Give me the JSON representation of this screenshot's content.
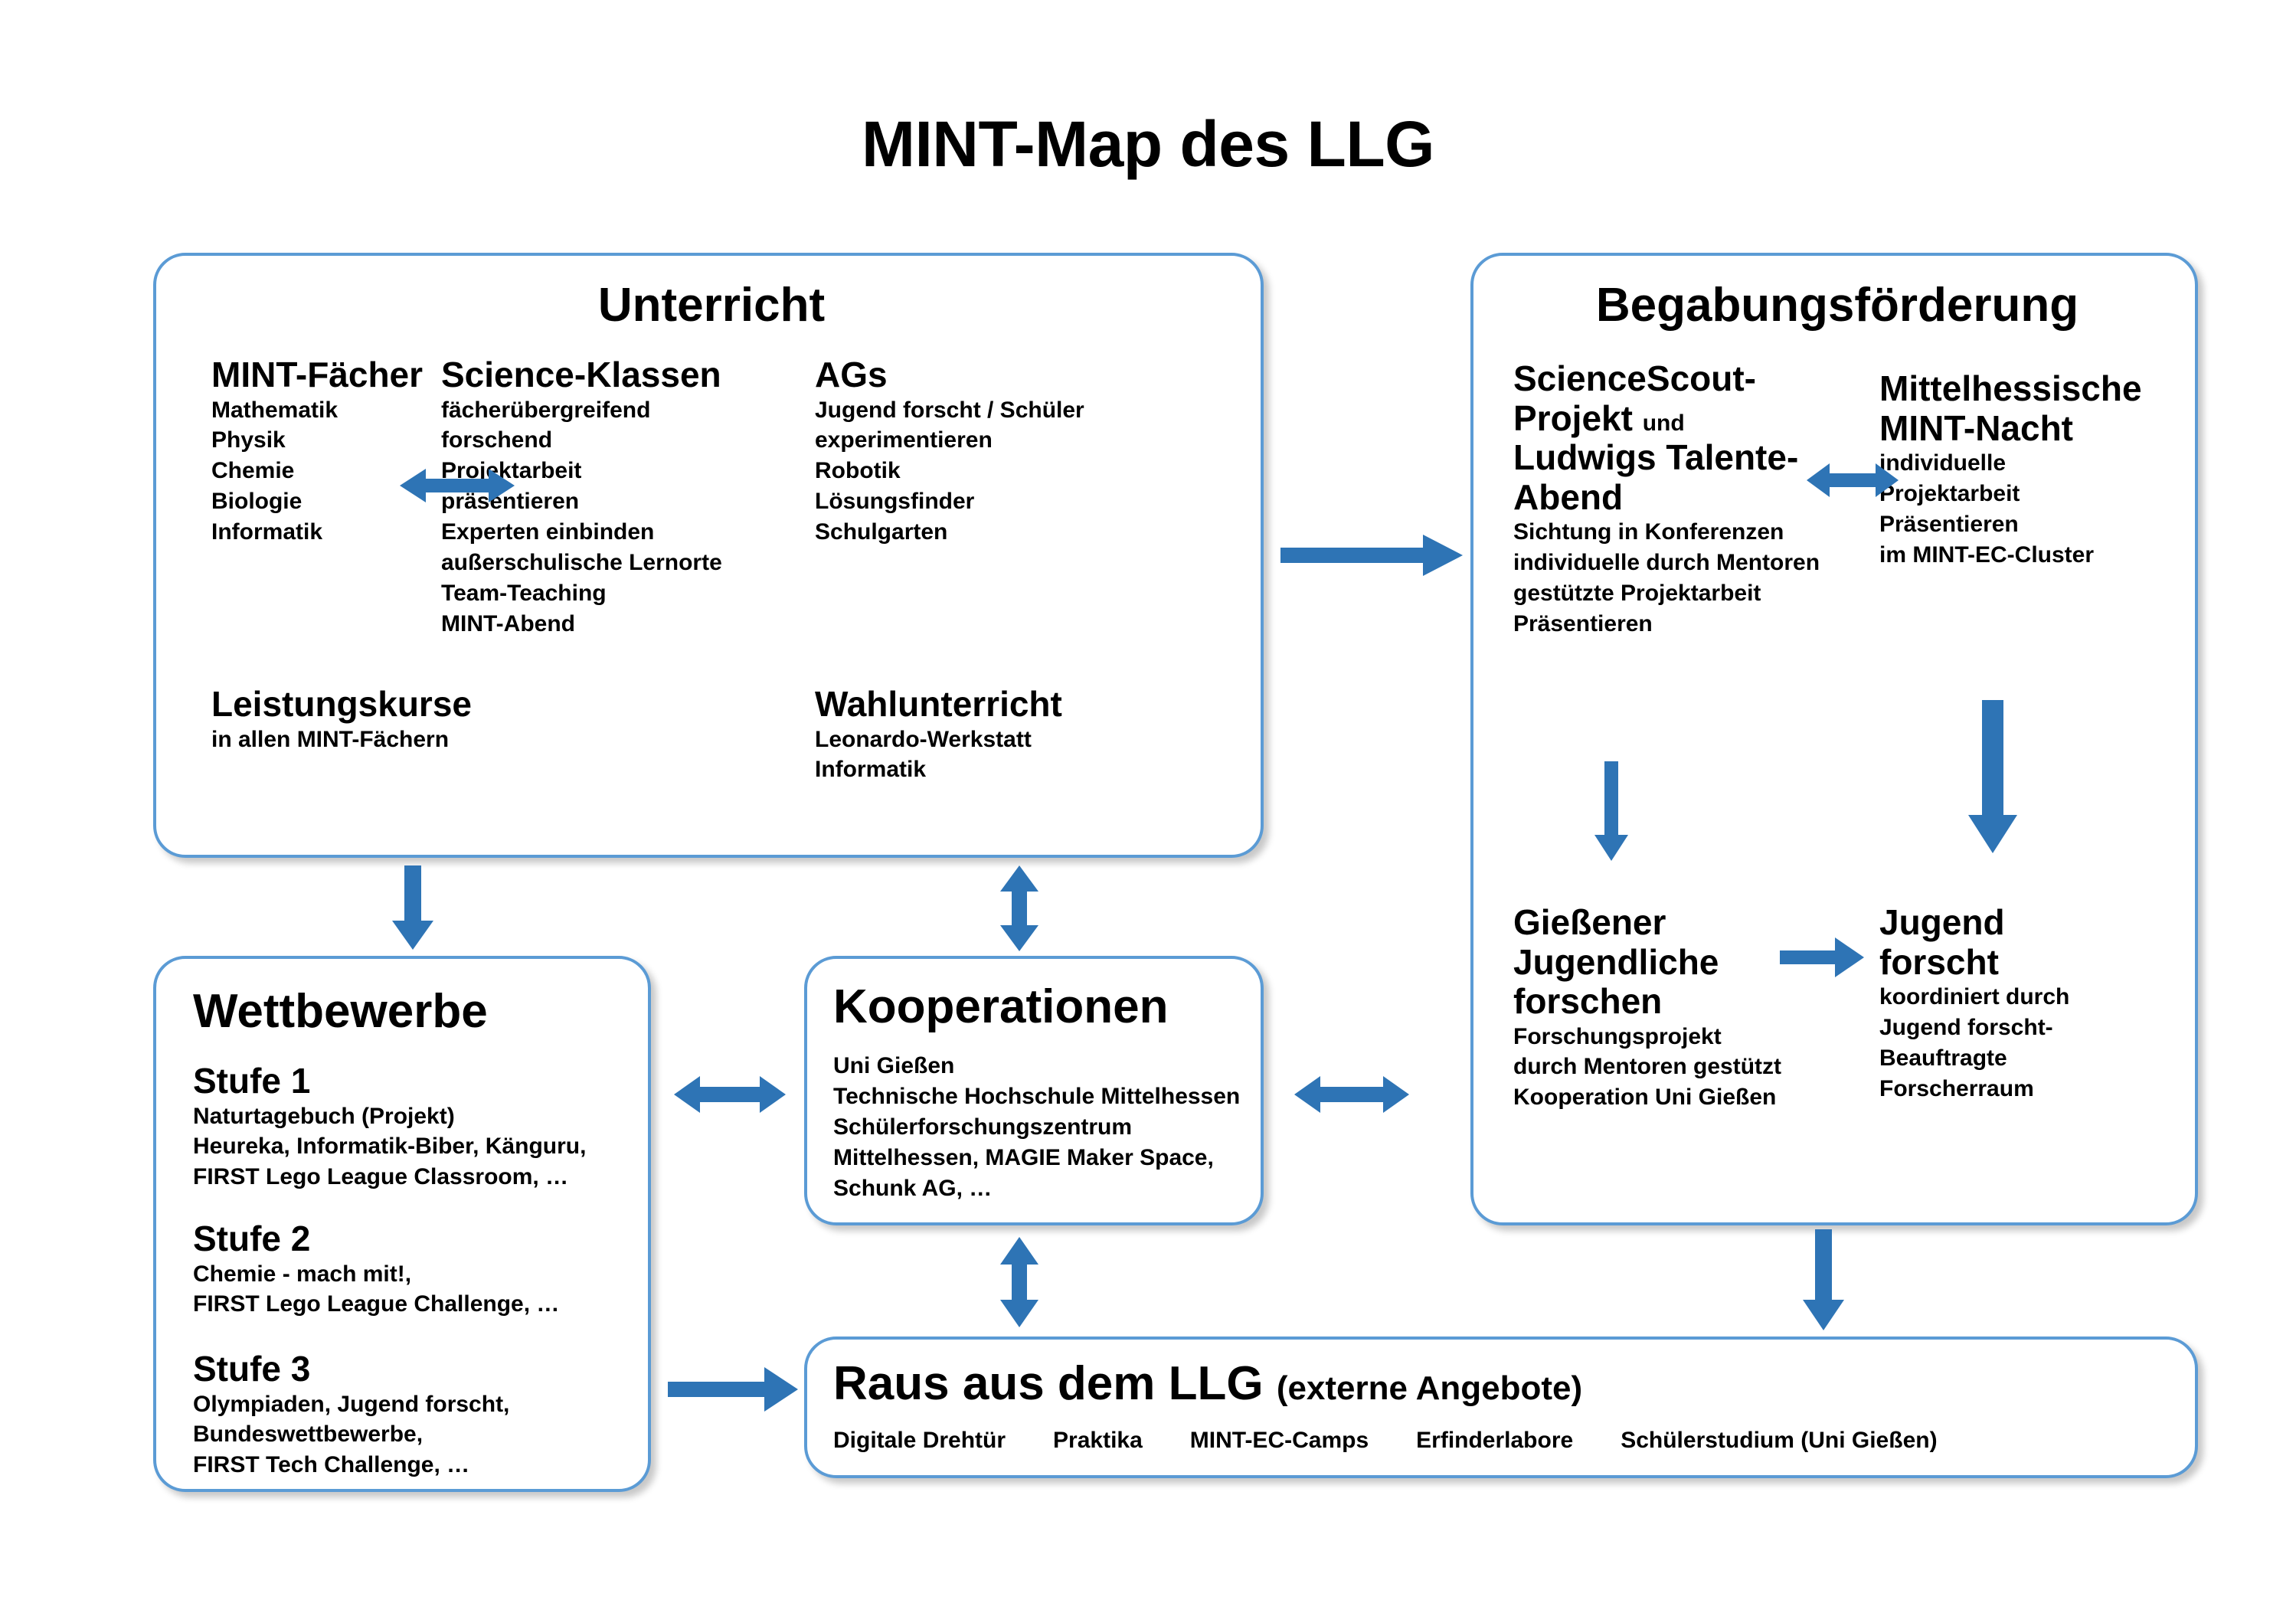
{
  "title": "MINT-Map des LLG",
  "accent_arrow_color": "#2E74B5",
  "box_border_color": "#5B9BD5",
  "unterricht": {
    "title": "Unterricht",
    "col_mint_faecher": {
      "head": "MINT-Fächer",
      "items": [
        "Mathematik",
        "Physik",
        "Chemie",
        "Biologie",
        "Informatik"
      ]
    },
    "col_science_klassen": {
      "head": "Science-Klassen",
      "items": [
        "fächerübergreifend",
        "forschend",
        "Projektarbeit",
        "präsentieren",
        "Experten einbinden",
        "außerschulische Lernorte",
        "Team-Teaching",
        "MINT-Abend"
      ]
    },
    "col_ags": {
      "head": "AGs",
      "items": [
        "Jugend forscht / Schüler",
        "experimentieren",
        "Robotik",
        "Lösungsfinder",
        "Schulgarten"
      ]
    },
    "leistungskurse": {
      "head": "Leistungskurse",
      "items": [
        "in allen MINT-Fächern"
      ]
    },
    "wahlunterricht": {
      "head": "Wahlunterricht",
      "items": [
        "Leonardo-Werkstatt",
        "Informatik"
      ]
    }
  },
  "begabungsfoerderung": {
    "title": "Begabungsförderung",
    "sciencescout": {
      "head_line1": "ScienceScout-",
      "head_line2": "Projekt",
      "head_small": "und",
      "head_line3": "Ludwigs Talente-",
      "head_line4": "Abend",
      "items": [
        "Sichtung in Konferenzen",
        "individuelle durch Mentoren",
        "gestützte Projektarbeit",
        "Präsentieren"
      ]
    },
    "mint_nacht": {
      "head_line1": "Mittelhessische",
      "head_line2": "MINT-Nacht",
      "items": [
        "individuelle",
        "Projektarbeit",
        "Präsentieren",
        "im MINT-EC-Cluster"
      ]
    },
    "giessener": {
      "head_line1": "Gießener",
      "head_line2": "Jugendliche",
      "head_line3": "forschen",
      "items": [
        "Forschungsprojekt",
        "durch Mentoren gestützt",
        "Kooperation Uni Gießen"
      ]
    },
    "jugend_forscht": {
      "head_line1": "Jugend",
      "head_line2": "forscht",
      "items": [
        "koordiniert durch",
        "Jugend forscht-",
        "Beauftragte",
        "Forscherraum"
      ]
    }
  },
  "wettbewerbe": {
    "title": "Wettbewerbe",
    "stufen": [
      {
        "head": "Stufe 1",
        "items": [
          "Naturtagebuch (Projekt)",
          "Heureka, Informatik-Biber, Känguru,",
          "FIRST Lego League Classroom, …"
        ]
      },
      {
        "head": "Stufe 2",
        "items": [
          "Chemie - mach mit!,",
          "FIRST Lego League Challenge, …"
        ]
      },
      {
        "head": "Stufe 3",
        "items": [
          "Olympiaden, Jugend forscht,",
          "Bundeswettbewerbe,",
          "FIRST Tech Challenge, …"
        ]
      }
    ]
  },
  "kooperationen": {
    "title": "Kooperationen",
    "items": [
      "Uni Gießen",
      "Technische Hochschule Mittelhessen",
      "Schülerforschungszentrum",
      "Mittelhessen, MAGIE Maker Space,",
      "Schunk AG, …"
    ]
  },
  "raus_aus_dem_llg": {
    "title_main": "Raus aus dem LLG",
    "title_paren": "(externe Angebote)",
    "items": [
      "Digitale Drehtür",
      "Praktika",
      "MINT-EC-Camps",
      "Erfinderlabore",
      "Schülerstudium (Uni Gießen)"
    ]
  }
}
